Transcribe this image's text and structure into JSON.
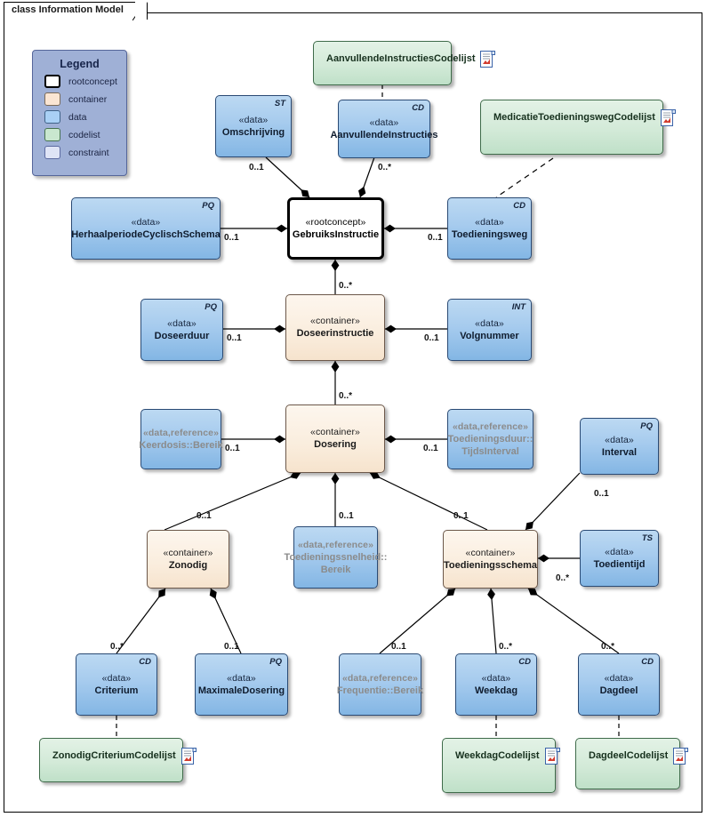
{
  "frame": {
    "title": "class Information Model"
  },
  "legend": {
    "title": "Legend",
    "items": [
      {
        "label": "rootconcept",
        "color": "#ffffff"
      },
      {
        "label": "container",
        "color": "#fae5d3"
      },
      {
        "label": "data",
        "color": "#a9d0f5"
      },
      {
        "label": "codelist",
        "color": "#c9e7cf"
      },
      {
        "label": "constraint",
        "color": "#dfe4f6"
      }
    ]
  },
  "nodes": [
    {
      "id": "aanvullendeinstructiescodelijst",
      "kind": "codelist",
      "name": "AanvullendeInstructiesCodelijst",
      "stereotype": "",
      "tag": "",
      "icon": "codelist-document-icon"
    },
    {
      "id": "medicatietoedieningswegcodelijst",
      "kind": "codelist",
      "name": "MedicatieToedieningswegCodelijst",
      "stereotype": "",
      "tag": "",
      "icon": "codelist-document-icon"
    },
    {
      "id": "omschrijving",
      "kind": "data",
      "name": "Omschrijving",
      "stereotype": "«data»",
      "tag": "ST"
    },
    {
      "id": "aanvullendeinstructies",
      "kind": "data",
      "name": "AanvullendeInstructies",
      "stereotype": "«data»",
      "tag": "CD"
    },
    {
      "id": "gebruiksinstructie",
      "kind": "rootconcept",
      "name": "GebruiksInstructie",
      "stereotype": "«rootconcept»",
      "tag": ""
    },
    {
      "id": "herhaalperiodecyclischschema",
      "kind": "data",
      "name": "HerhaalperiodeCyclischSchema",
      "stereotype": "«data»",
      "tag": "PQ"
    },
    {
      "id": "toedieningsweg",
      "kind": "data",
      "name": "Toedieningsweg",
      "stereotype": "«data»",
      "tag": "CD"
    },
    {
      "id": "doseerduur",
      "kind": "data",
      "name": "Doseerduur",
      "stereotype": "«data»",
      "tag": "PQ"
    },
    {
      "id": "doseerinstructie",
      "kind": "container",
      "name": "Doseerinstructie",
      "stereotype": "«container»",
      "tag": ""
    },
    {
      "id": "volgnummer",
      "kind": "data",
      "name": "Volgnummer",
      "stereotype": "«data»",
      "tag": "INT"
    },
    {
      "id": "keerdosisbereik",
      "kind": "reference",
      "name": "Keerdosis::Bereik",
      "stereotype": "«data,reference»",
      "tag": ""
    },
    {
      "id": "dosering",
      "kind": "container",
      "name": "Dosering",
      "stereotype": "«container»",
      "tag": ""
    },
    {
      "id": "toedieningsduurtijdsinterval",
      "kind": "reference",
      "name": "Toedieningsduur::\nTijdsInterval",
      "stereotype": "«data,reference»",
      "tag": ""
    },
    {
      "id": "interval",
      "kind": "data",
      "name": "Interval",
      "stereotype": "«data»",
      "tag": "PQ"
    },
    {
      "id": "zonodig",
      "kind": "container",
      "name": "Zonodig",
      "stereotype": "«container»",
      "tag": ""
    },
    {
      "id": "toedieningssnelheidbereik",
      "kind": "reference",
      "name": "Toedieningssnelheid::\nBereik",
      "stereotype": "«data,reference»",
      "tag": ""
    },
    {
      "id": "toedieningsschema",
      "kind": "container",
      "name": "Toedieningsschema",
      "stereotype": "«container»",
      "tag": ""
    },
    {
      "id": "toedientijd",
      "kind": "data",
      "name": "Toedientijd",
      "stereotype": "«data»",
      "tag": "TS"
    },
    {
      "id": "criterium",
      "kind": "data",
      "name": "Criterium",
      "stereotype": "«data»",
      "tag": "CD"
    },
    {
      "id": "maximaledosering",
      "kind": "data",
      "name": "MaximaleDosering",
      "stereotype": "«data»",
      "tag": "PQ"
    },
    {
      "id": "frequentiebereik",
      "kind": "reference",
      "name": "Frequentie::Bereik",
      "stereotype": "«data,reference»",
      "tag": ""
    },
    {
      "id": "weekdag",
      "kind": "data",
      "name": "Weekdag",
      "stereotype": "«data»",
      "tag": "CD"
    },
    {
      "id": "dagdeel",
      "kind": "data",
      "name": "Dagdeel",
      "stereotype": "«data»",
      "tag": "CD"
    },
    {
      "id": "zonodigcriteriumcodelijst",
      "kind": "codelist",
      "name": "ZonodigCriteriumCodelijst",
      "stereotype": "",
      "tag": "",
      "icon": "codelist-document-icon"
    },
    {
      "id": "weekdagcodelijst",
      "kind": "codelist",
      "name": "WeekdagCodelijst",
      "stereotype": "",
      "tag": "",
      "icon": "codelist-document-icon"
    },
    {
      "id": "dagdeelcodelijst",
      "kind": "codelist",
      "name": "DagdeelCodelijst",
      "stereotype": "",
      "tag": "",
      "icon": "codelist-document-icon"
    }
  ],
  "multiplicities": [
    {
      "id": "m-omschrijving",
      "value": "0..1"
    },
    {
      "id": "m-aanvullendeinstructies",
      "value": "0..*"
    },
    {
      "id": "m-herhaalperiode",
      "value": "0..1"
    },
    {
      "id": "m-toedieningsweg",
      "value": "0..1"
    },
    {
      "id": "m-doseerinstructie-top",
      "value": "0..*"
    },
    {
      "id": "m-doseerduur",
      "value": "0..1"
    },
    {
      "id": "m-volgnummer",
      "value": "0..1"
    },
    {
      "id": "m-dosering-top",
      "value": "0..*"
    },
    {
      "id": "m-keerdosis",
      "value": "0..1"
    },
    {
      "id": "m-toedieningsduur",
      "value": "0..1"
    },
    {
      "id": "m-zonodig",
      "value": "0..1"
    },
    {
      "id": "m-toedieningssnelheid",
      "value": "0..1"
    },
    {
      "id": "m-toedieningsschema",
      "value": "0..1"
    },
    {
      "id": "m-interval",
      "value": "0..1"
    },
    {
      "id": "m-toedientijd",
      "value": "0..*"
    },
    {
      "id": "m-criterium",
      "value": "0..*"
    },
    {
      "id": "m-maximaledosering",
      "value": "0..1"
    },
    {
      "id": "m-frequentie",
      "value": "0..1"
    },
    {
      "id": "m-weekdag",
      "value": "0..*"
    },
    {
      "id": "m-dagdeel",
      "value": "0..*"
    }
  ]
}
